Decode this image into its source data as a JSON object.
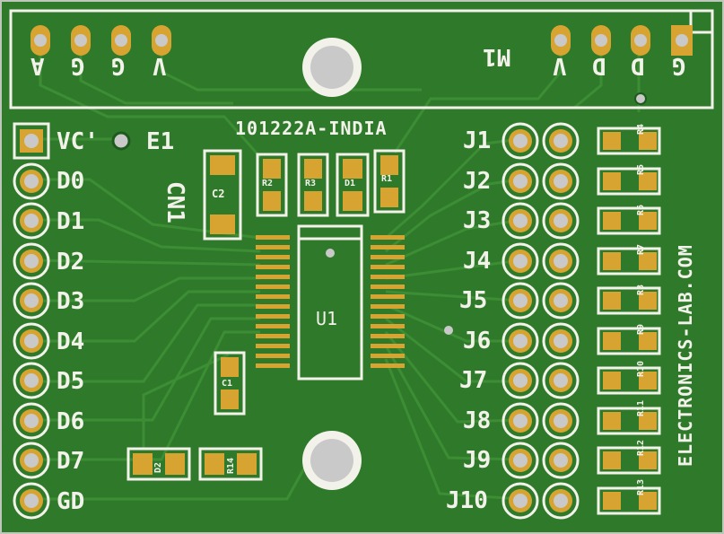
{
  "board": {
    "pcb_code": "101222A-INDIA",
    "website": "ELECTRONICS-LAB.COM",
    "colors": {
      "solder_mask": "#2f7a2a",
      "trace": "#3c8d34",
      "silk": "#f2f2ea",
      "copper": "#d8a431",
      "hole": "#c9c9c9"
    }
  },
  "top_header": {
    "left_pins": [
      "A",
      "G",
      "G",
      "V"
    ],
    "right_pins": [
      "V",
      "D",
      "D",
      "G"
    ],
    "label": "M1"
  },
  "left_header": {
    "pins": [
      "VC'",
      "D0",
      "D1",
      "D2",
      "D3",
      "D4",
      "D5",
      "D6",
      "D7",
      "GD"
    ]
  },
  "fiducial_label": "E1",
  "connector_label": "CN1",
  "right_header": {
    "labels": [
      "J1",
      "J2",
      "J3",
      "J4",
      "J5",
      "J6",
      "J7",
      "J8",
      "J9",
      "J10"
    ]
  },
  "resistor_column": [
    "R4",
    "R5",
    "R6",
    "R7",
    "R8",
    "R9",
    "R10",
    "R11",
    "R12",
    "R13"
  ],
  "components": {
    "c2": "C2",
    "r2": "R2",
    "r3": "R3",
    "d1": "D1",
    "r1": "R1",
    "u1": "U1",
    "c1": "C1",
    "d2": "D2",
    "r14": "R14"
  }
}
